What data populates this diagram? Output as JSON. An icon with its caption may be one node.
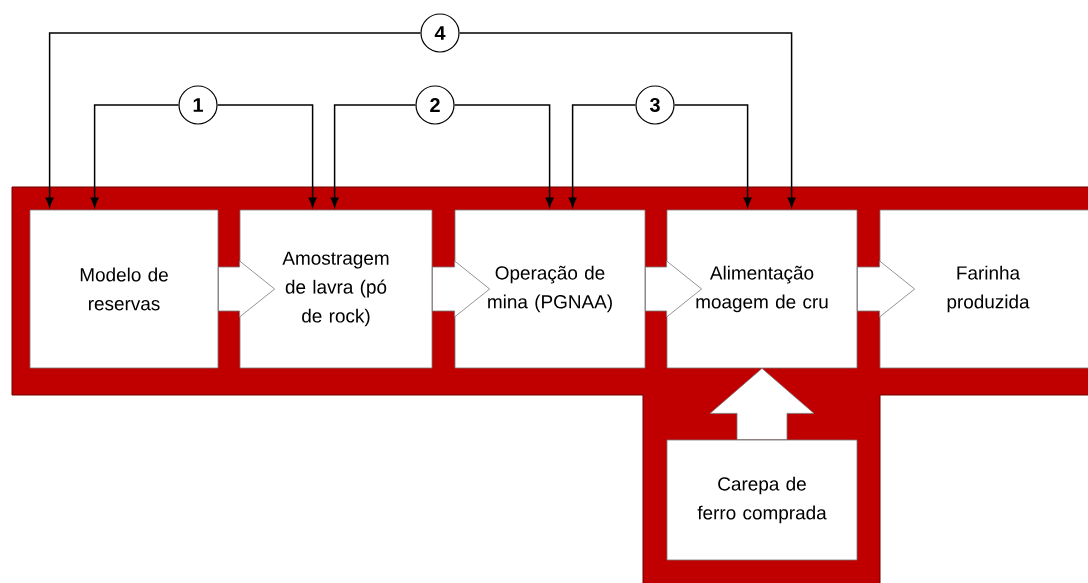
{
  "diagram": {
    "nodes": [
      {
        "text": [
          "4"
        ]
      },
      {
        "text": [
          "1"
        ]
      },
      {
        "text": [
          "2"
        ]
      },
      {
        "text": [
          "3"
        ]
      },
      {
        "text": [
          "Modelo de reservas"
        ]
      },
      {
        "text": [
          "Amostragem de lavra (pó de rock)"
        ]
      },
      {
        "text": [
          "Operação de mina (PGNAA)"
        ]
      },
      {
        "text": [
          "Alimentação moagem de cru"
        ]
      },
      {
        "text": [
          "Farinha produzida"
        ]
      },
      {
        "text": [
          "Carepa de ferro comprada"
        ]
      }
    ],
    "edges": [
      {
        "from": 0,
        "to": 4,
        "arrow": "to"
      },
      {
        "from": 0,
        "to": 7,
        "arrow": "to"
      },
      {
        "from": 1,
        "to": 4,
        "arrow": "to"
      },
      {
        "from": 1,
        "to": 5,
        "arrow": "to"
      },
      {
        "from": 2,
        "to": 5,
        "arrow": "to"
      },
      {
        "from": 2,
        "to": 6,
        "arrow": "to"
      },
      {
        "from": 3,
        "to": 6,
        "arrow": "to"
      },
      {
        "from": 3,
        "to": 7,
        "arrow": "to"
      },
      {
        "from": 4,
        "to": 5,
        "arrow": "to",
        "style": "thick"
      },
      {
        "from": 5,
        "to": 6,
        "arrow": "to",
        "style": "thick"
      },
      {
        "from": 6,
        "to": 7,
        "arrow": "to",
        "style": "thick"
      },
      {
        "from": 7,
        "to": 8,
        "arrow": "to",
        "style": "thick"
      },
      {
        "from": 9,
        "to": 7,
        "arrow": "to",
        "style": "thick"
      }
    ]
  }
}
